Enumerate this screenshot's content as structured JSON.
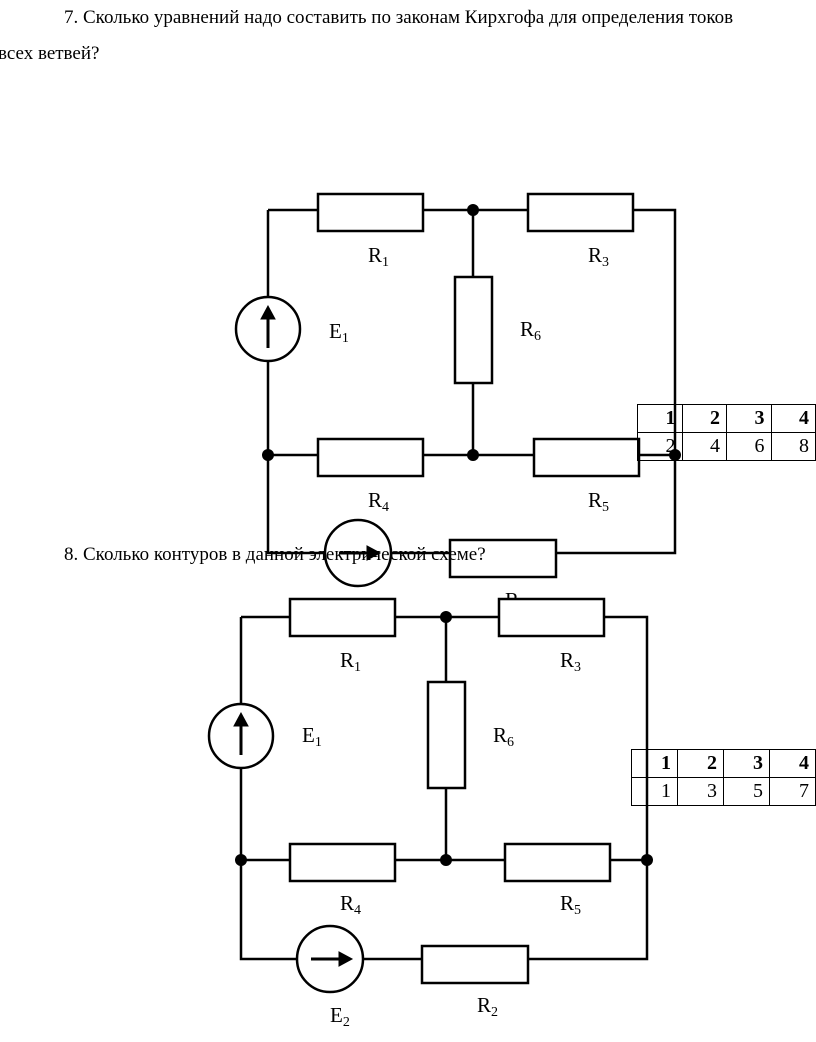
{
  "questions": [
    {
      "text_line1": "7. Сколько уравнений надо составить по законам Кирхгофа для определения токов",
      "text_line2": "всех ветвей?",
      "answer_table": {
        "header": [
          "1",
          "2",
          "3",
          "4"
        ],
        "values": [
          "2",
          "4",
          "6",
          "8"
        ]
      }
    },
    {
      "text_line1": "8. Сколько контуров в данной электрической схеме?",
      "answer_table": {
        "header": [
          "1",
          "2",
          "3",
          "4"
        ],
        "values": [
          "1",
          "3",
          "5",
          "7"
        ]
      }
    }
  ],
  "circuit_labels": {
    "R": "R",
    "E": "E",
    "r1": "1",
    "r2": "2",
    "r3": "3",
    "r4": "4",
    "r5": "5",
    "r6": "6",
    "e1": "1",
    "e2": "2"
  }
}
